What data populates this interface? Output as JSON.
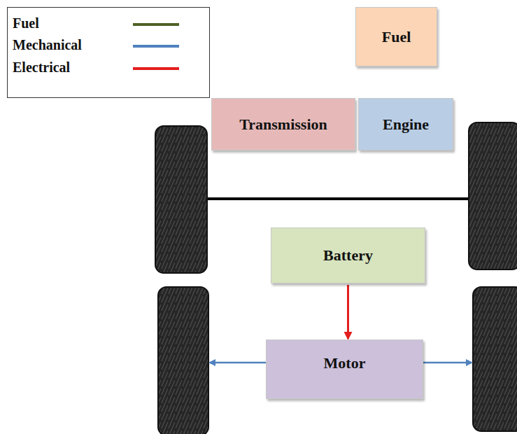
{
  "diagram": {
    "nodes": [
      {
        "text": [
          "Fuel"
        ]
      },
      {
        "text": [
          "Transmission"
        ]
      },
      {
        "text": [
          "Engine"
        ]
      },
      {
        "text": [
          "Battery"
        ]
      },
      {
        "text": [
          "Motor"
        ]
      }
    ],
    "edges": [
      {
        "from": 3,
        "to": 4,
        "arrow": "to"
      }
    ],
    "legend": [
      {
        "text": "Fuel"
      },
      {
        "text": "Mechanical"
      },
      {
        "text": "Electrical"
      }
    ]
  }
}
